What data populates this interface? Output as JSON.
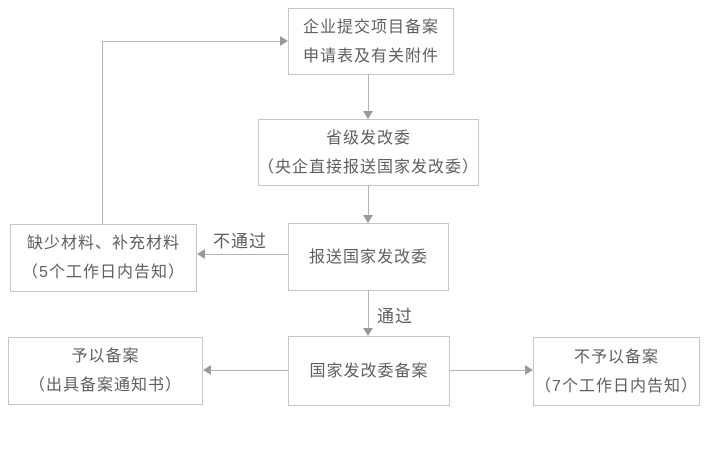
{
  "flowchart": {
    "type": "flowchart",
    "nodes": {
      "submit": {
        "line1": "企业提交项目备案",
        "line2": "申请表及有关附件"
      },
      "provincial": {
        "line1": "省级发改委",
        "line2": "（央企直接报送国家发改委）"
      },
      "report": {
        "line1": "报送国家发改委"
      },
      "missing": {
        "line1": "缺少材料、补充材料",
        "line2": "（5个工作日内告知）"
      },
      "approved": {
        "line1": "予以备案",
        "line2": "（出具备案通知书）"
      },
      "filing": {
        "line1": "国家发改委备案"
      },
      "rejected": {
        "line1": "不予以备案",
        "line2": "（7个工作日内告知）"
      }
    },
    "edge_labels": {
      "fail": "不通过",
      "pass": "通过"
    },
    "edges": [
      {
        "from": "submit",
        "to": "provincial",
        "label": ""
      },
      {
        "from": "provincial",
        "to": "report",
        "label": ""
      },
      {
        "from": "report",
        "to": "missing",
        "label": "不通过"
      },
      {
        "from": "missing",
        "to": "submit",
        "label": ""
      },
      {
        "from": "report",
        "to": "filing",
        "label": "通过"
      },
      {
        "from": "filing",
        "to": "approved",
        "label": ""
      },
      {
        "from": "filing",
        "to": "rejected",
        "label": ""
      }
    ],
    "colors": {
      "border": "#c6c6c6",
      "line": "#b3b3b3",
      "arrow": "#9a9a9a",
      "text": "#5f5f5f",
      "background": "#ffffff"
    }
  }
}
